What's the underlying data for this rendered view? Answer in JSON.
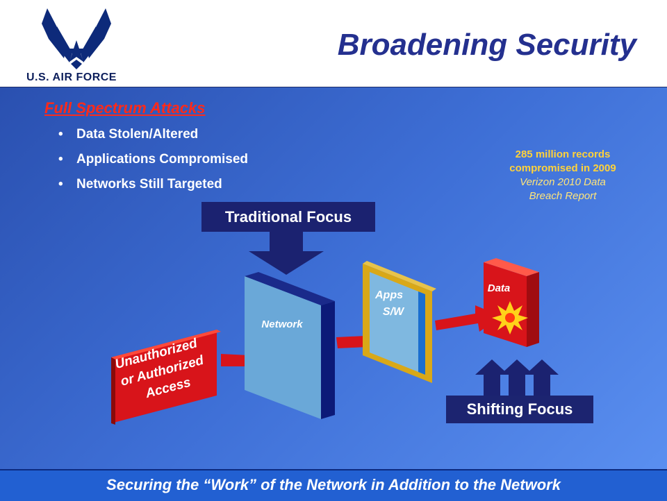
{
  "header": {
    "logo_text": "U.S. AIR FORCE",
    "title": "Broadening Security"
  },
  "content": {
    "subhead": "Full Spectrum Attacks",
    "bullets": [
      "Data Stolen/Altered",
      "Applications Compromised",
      "Networks Still Targeted"
    ],
    "stat": {
      "line1": "285 million records",
      "line2": "compromised in 2009",
      "line3": "Verizon 2010 Data",
      "line4": "Breach Report"
    }
  },
  "diagram": {
    "traditional_focus": "Traditional  Focus",
    "shifting_focus": "Shifting Focus",
    "network_label": "Network",
    "apps_label_1": "Apps",
    "apps_label_2": "S/W",
    "data_label": "Data",
    "access_line1": "Unauthorized",
    "access_line2": "or Authorized",
    "access_line3": "Access"
  },
  "footer": {
    "text": "Securing the “Work” of the Network in Addition to the Network"
  },
  "colors": {
    "title": "#24308f",
    "subhead": "#ff2a1a",
    "stat": "#ffd23a",
    "footer_bg": "#2260d2"
  }
}
